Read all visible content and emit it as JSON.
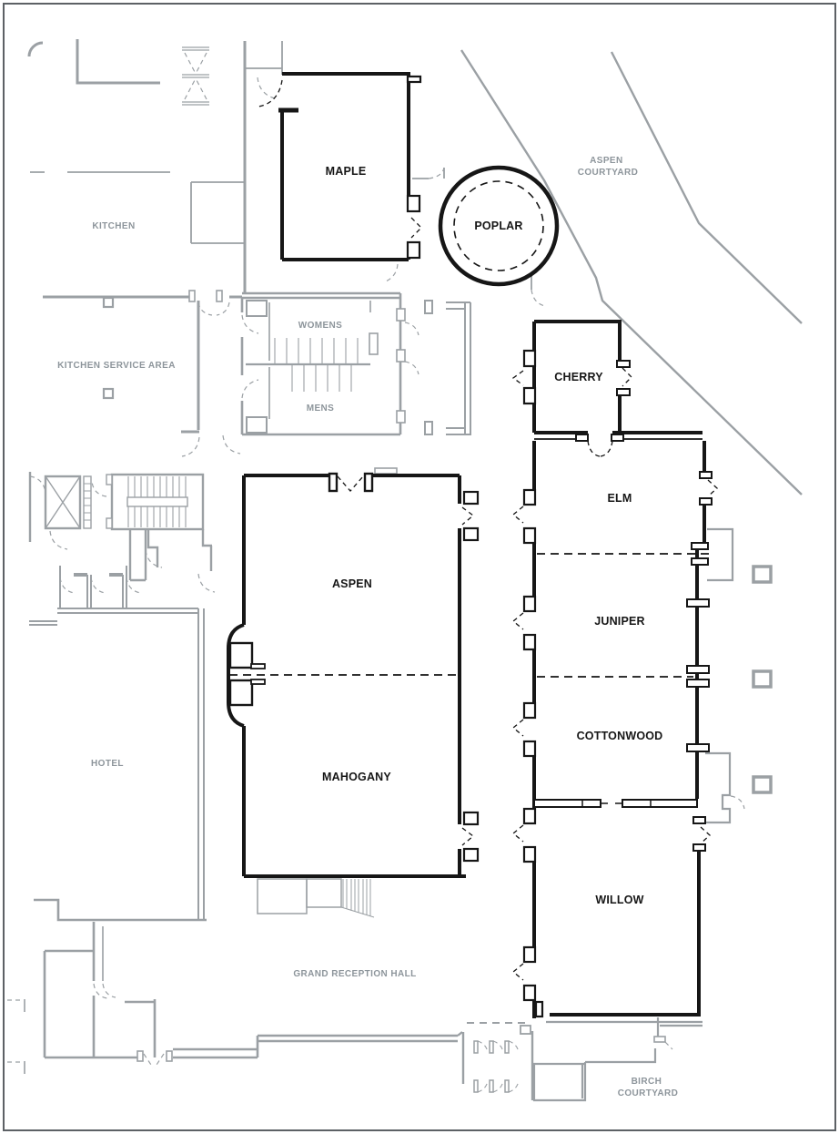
{
  "floor_plan": {
    "description": "Hotel conference-center level floor plan",
    "rooms": {
      "maple": "MAPLE",
      "poplar": "POPLAR",
      "cherry": "CHERRY",
      "elm": "ELM",
      "juniper": "JUNIPER",
      "cottonwood": "COTTONWOOD",
      "willow": "WILLOW",
      "aspen": "ASPEN",
      "mahogany": "MAHOGANY"
    },
    "areas": {
      "kitchen": "KITCHEN",
      "kitchen_service": "KITCHEN SERVICE AREA",
      "womens": "WOMENS",
      "mens": "MENS",
      "hotel": "HOTEL",
      "grand_reception": "GRAND RECEPTION HALL",
      "aspen_courtyard_line1": "ASPEN",
      "aspen_courtyard_line2": "COURTYARD",
      "birch_courtyard_line1": "BIRCH",
      "birch_courtyard_line2": "COURTYARD"
    },
    "colors": {
      "bold_wall": "#161616",
      "gray_wall": "#9ba0a4",
      "room_label": "#161616",
      "area_label": "#8d959b",
      "background": "#ffffff",
      "border": "#5d6165"
    }
  }
}
